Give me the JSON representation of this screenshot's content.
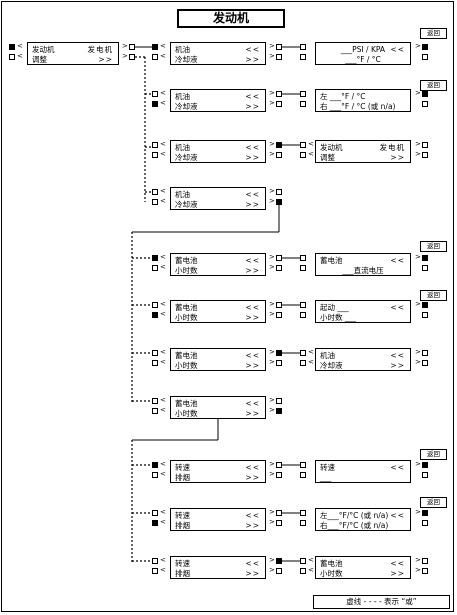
{
  "title": "发动机",
  "legend": "虚线 - - - - 表示 “或”",
  "marks": {
    "left": "<",
    "right": ">"
  },
  "return_label": "返回",
  "nav_arrows": {
    "up": "<<",
    "down": ">>"
  },
  "main_menu": {
    "line1": "发动机",
    "line1_right": "发电机",
    "line2": "调整"
  },
  "rows": [
    {
      "menu": {
        "line1": "机油",
        "line2": "冷却液"
      },
      "result": {
        "line1": "___PSI / KPA",
        "line2": "___°F / °C",
        "line1_arrow": "<<"
      }
    },
    {
      "menu": {
        "line1": "机油",
        "line2": "冷却液"
      },
      "result": {
        "line1": "左 ___°F / °C",
        "line2": "右 ___°F / °C (或 n/a)"
      }
    },
    {
      "menu": {
        "line1": "机油",
        "line2": "冷却液"
      },
      "result": {
        "line1": "发动机",
        "line1_right": "发电机",
        "line2": "调整"
      }
    },
    {
      "menu": {
        "line1": "机油",
        "line2": "冷却液"
      }
    },
    {
      "menu": {
        "line1": "蓄电池",
        "line2": "小时数"
      },
      "result": {
        "line1": "蓄电池",
        "line2": "___直流电压",
        "line1_arrow": "<<"
      }
    },
    {
      "menu": {
        "line1": "蓄电池",
        "line2": "小时数"
      },
      "result": {
        "line1": "起动 ___",
        "line2": "小时数 ___",
        "line1_arrow": "<<"
      }
    },
    {
      "menu": {
        "line1": "蓄电池",
        "line2": "小时数"
      },
      "result": {
        "line1": "机油",
        "line2": "冷却液",
        "line1_arrow": "<<",
        "line2_arrow": ">>"
      }
    },
    {
      "menu": {
        "line1": "蓄电池",
        "line2": "小时数"
      }
    },
    {
      "menu": {
        "line1": "转速",
        "line2": "排烟"
      },
      "result": {
        "line1": "转速",
        "line2": "___",
        "line1_arrow": "<<"
      }
    },
    {
      "menu": {
        "line1": "转速",
        "line2": "排烟"
      },
      "result": {
        "line1": "左___°F/°C (或 n/a)",
        "line2": "右___°F/°C (或 n/a)",
        "line1_arrow": "<<"
      }
    },
    {
      "menu": {
        "line1": "转速",
        "line2": "排烟"
      },
      "result": {
        "line1": "蓄电池",
        "line2": "小时数",
        "line1_arrow": "<<",
        "line2_arrow": ">>"
      }
    }
  ]
}
